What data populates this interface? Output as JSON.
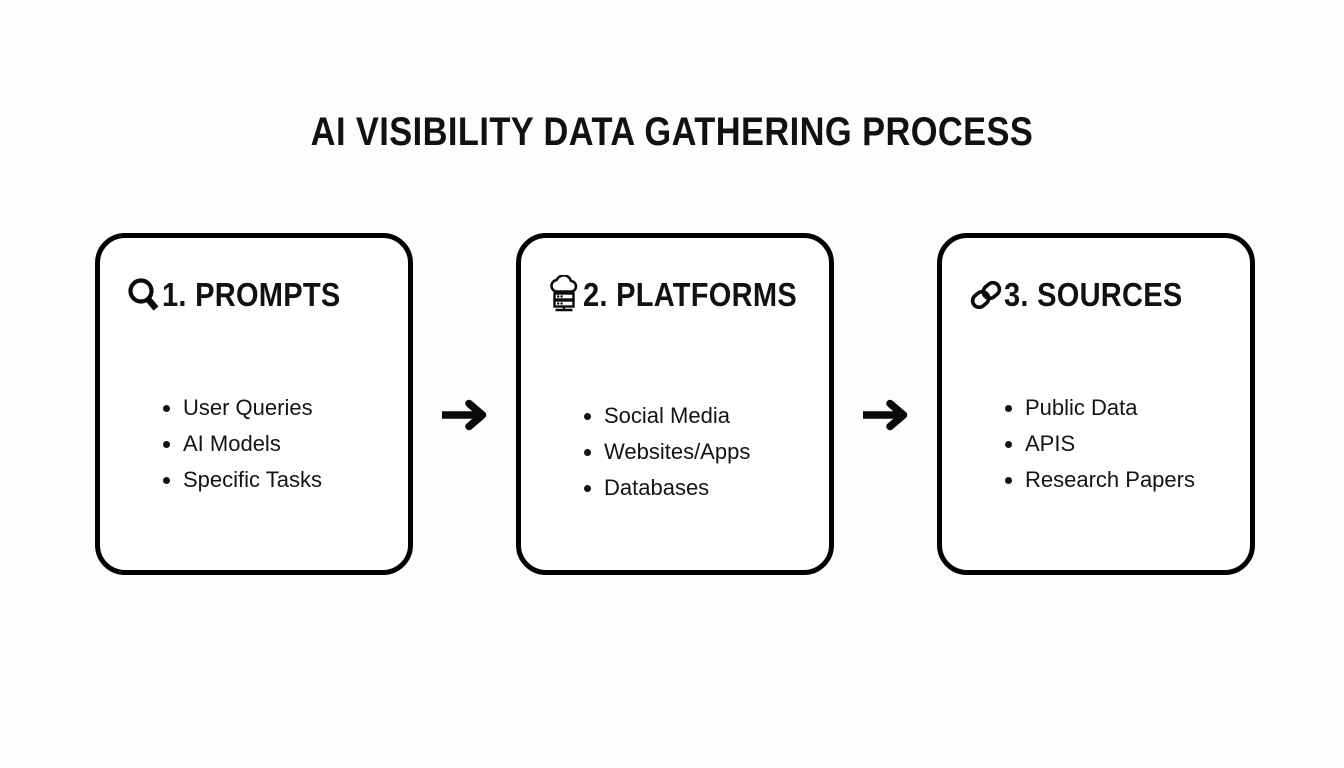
{
  "page": {
    "title": "AI VISIBILITY DATA GATHERING PROCESS",
    "background_color": "#fdfdfd",
    "ink_color": "#111111"
  },
  "flow": {
    "connector_icon": "arrow-right-icon",
    "stages": [
      {
        "icon": "magnifying-glass-icon",
        "heading": "1. PROMPTS",
        "items": [
          "User Queries",
          "AI Models",
          "Specific Tasks"
        ]
      },
      {
        "icon": "cloud-server-icon",
        "heading": "2. PLATFORMS",
        "items": [
          "Social Media",
          "Websites/Apps",
          "Databases"
        ]
      },
      {
        "icon": "chain-link-icon",
        "heading": "3. SOURCES",
        "items": [
          "Public Data",
          "APIS",
          "Research Papers"
        ]
      }
    ]
  }
}
